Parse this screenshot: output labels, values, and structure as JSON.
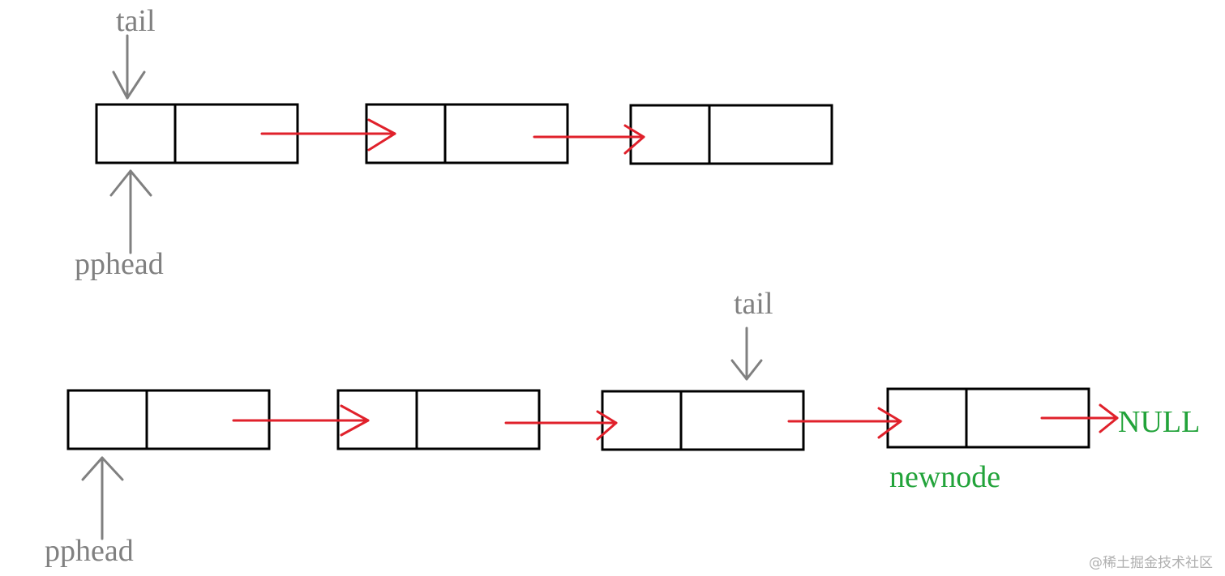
{
  "top_list": {
    "tail_label": "tail",
    "head_label": "pphead",
    "node_count": 3
  },
  "bottom_list": {
    "tail_label": "tail",
    "head_label": "pphead",
    "newnode_label": "newnode",
    "null_label": "NULL",
    "node_count": 4
  },
  "colors": {
    "node_border": "#000000",
    "pointer_arrow": "#808080",
    "link_arrow": "#e0212b",
    "new_label": "#22a33a"
  },
  "watermark": "@稀土掘金技术社区"
}
